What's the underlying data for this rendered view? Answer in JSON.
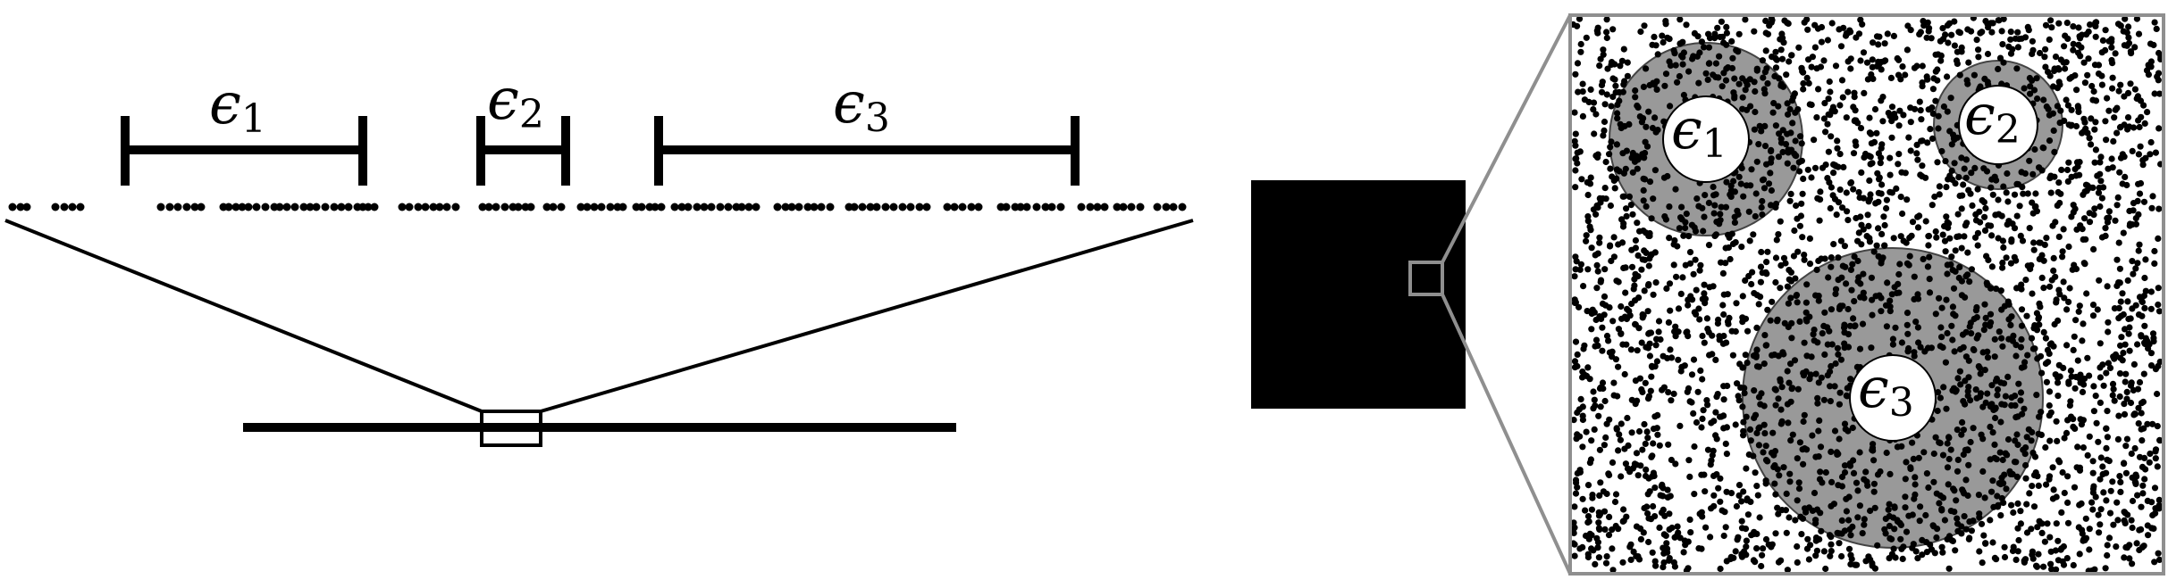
{
  "panels": [
    {
      "name": "one-dimensional",
      "intervals": [
        {
          "symbol": "ϵ",
          "subscript": "1"
        },
        {
          "symbol": "ϵ",
          "subscript": "2"
        },
        {
          "symbol": "ϵ",
          "subscript": "3"
        }
      ]
    },
    {
      "name": "two-dimensional",
      "discs": [
        {
          "symbol": "ϵ",
          "subscript": "1"
        },
        {
          "symbol": "ϵ",
          "subscript": "2"
        },
        {
          "symbol": "ϵ",
          "subscript": "3"
        }
      ]
    }
  ],
  "colors": {
    "ink": "#000000",
    "disc_fill": "#999999",
    "frame": "#8f8f8f",
    "label_bg": "#ffffff"
  }
}
